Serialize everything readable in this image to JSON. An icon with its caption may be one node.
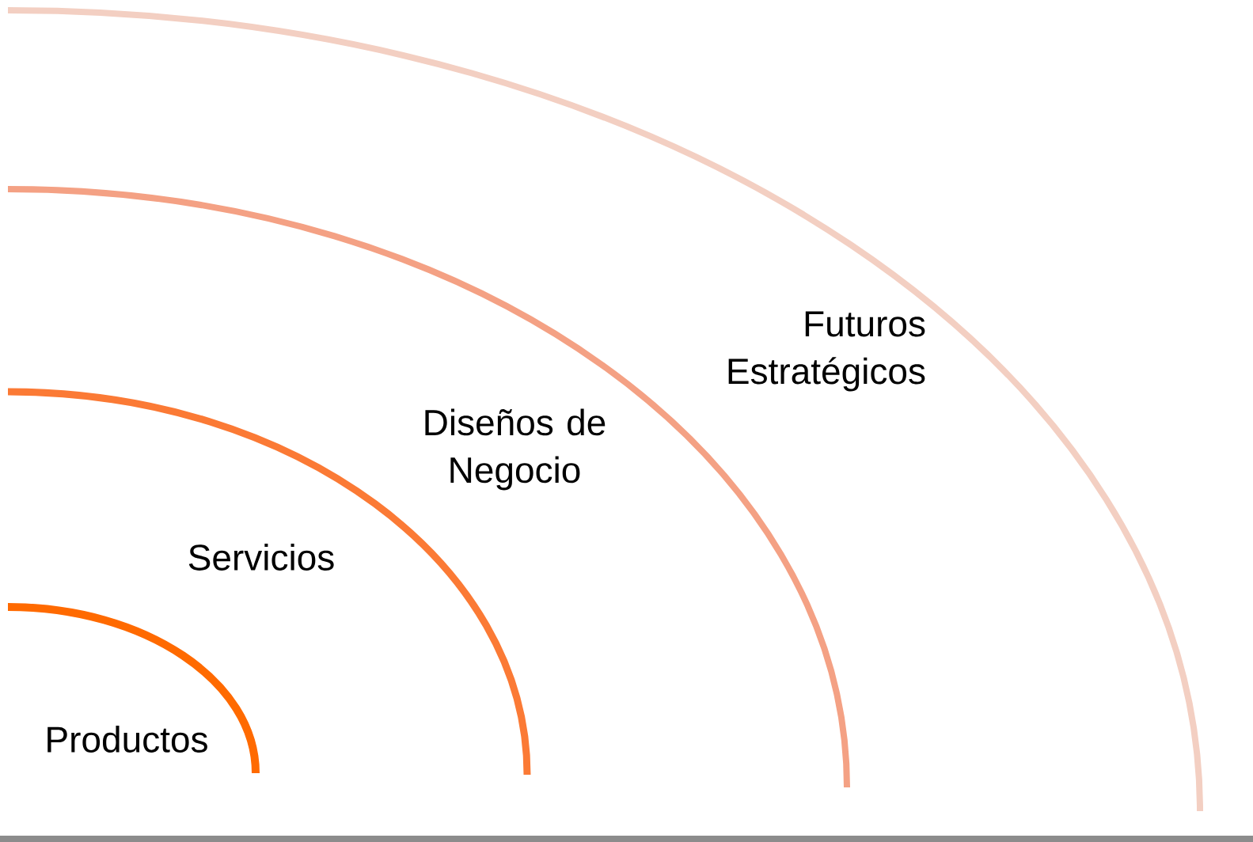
{
  "diagram": {
    "labels": [
      "Futuros Estratégicos",
      "Diseños de Negocio",
      "Servicios",
      "Productos"
    ]
  }
}
